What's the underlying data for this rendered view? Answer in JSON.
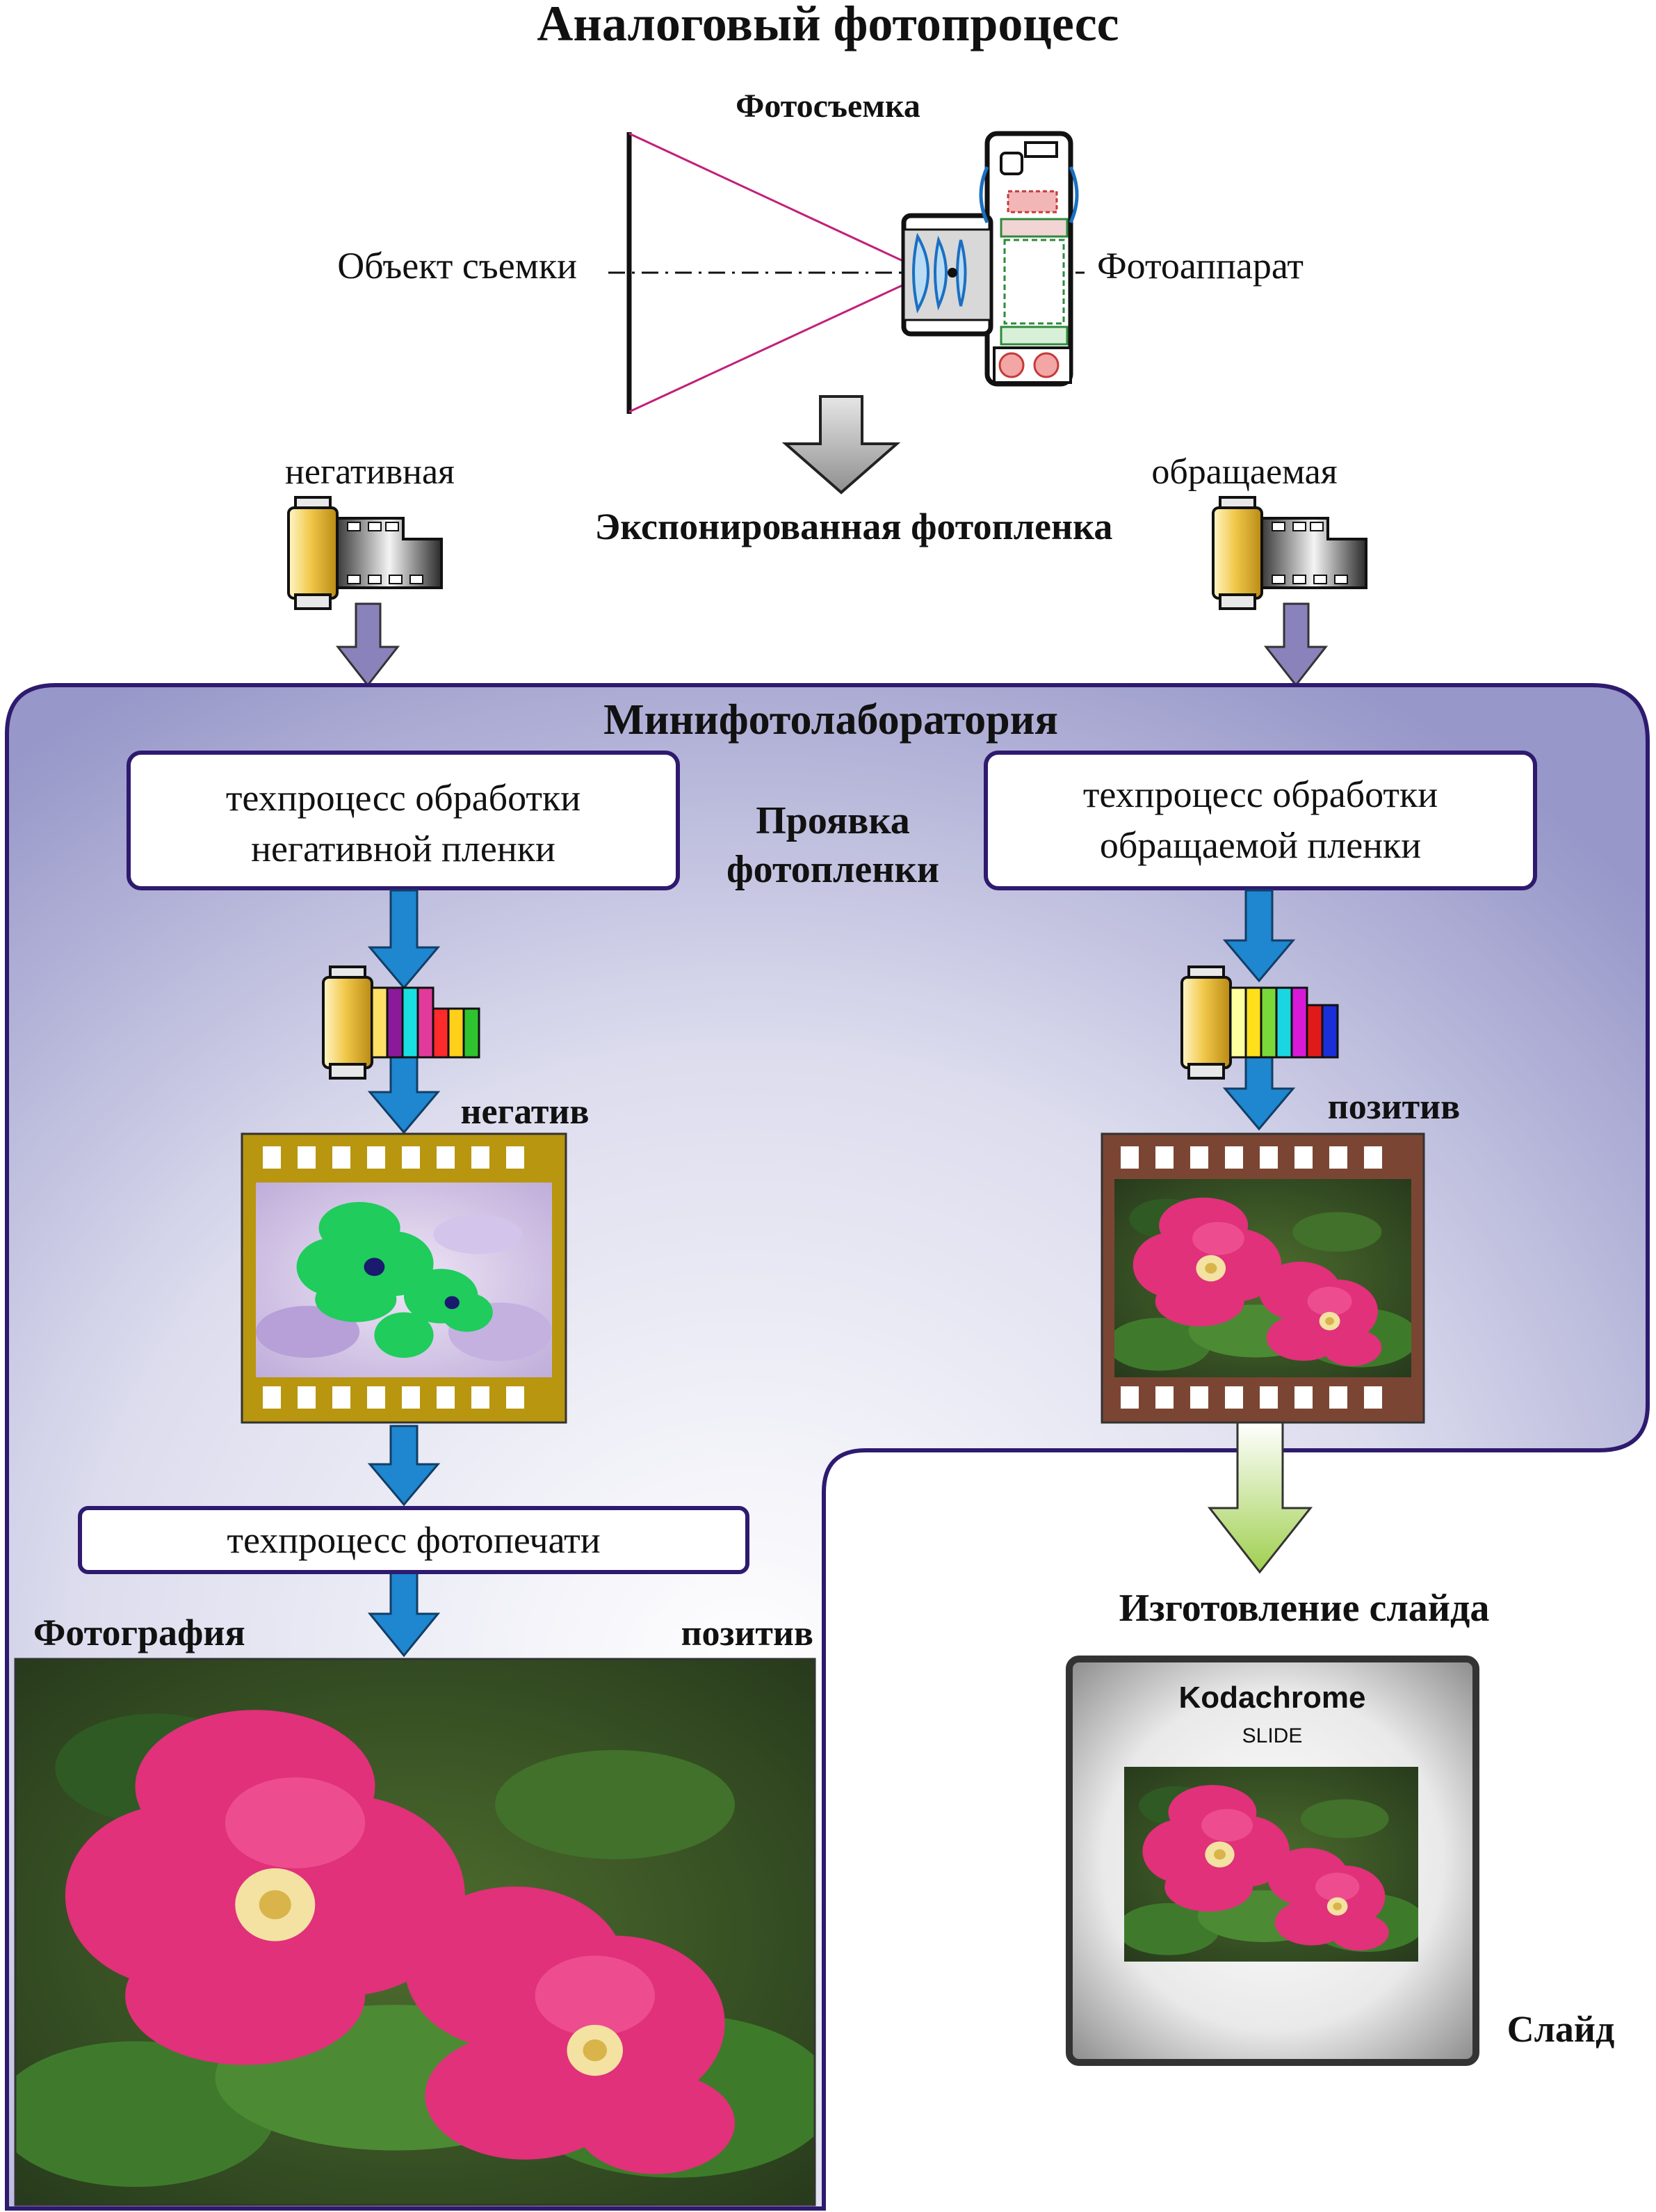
{
  "title": "Аналоговый фотопроцесс",
  "shooting": {
    "heading": "Фотосъемка",
    "object_label": "Объект съемки",
    "camera_label": "Фотоаппарат"
  },
  "exposed_film": "Экспонированная фотопленка",
  "film_types": {
    "negative": "негативная",
    "reversal": "обращаемая"
  },
  "lab": {
    "title": "Минифотолаборатория",
    "develop_label_line1": "Проявка",
    "develop_label_line2": "фотопленки",
    "process_negative_line1": "техпроцесс обработки",
    "process_negative_line2": "негативной пленки",
    "process_reversal_line1": "техпроцесс обработки",
    "process_reversal_line2": "обращаемой пленки",
    "negative_result": "негатив",
    "positive_result": "позитив",
    "print_process": "техпроцесс фотопечати"
  },
  "photo": {
    "label": "Фотография",
    "positive_label": "позитив"
  },
  "slide": {
    "heading": "Изготовление слайда",
    "brand": "Kodachrome",
    "sub": "SLIDE",
    "label": "Слайд"
  },
  "colors": {
    "lab_panel": "#9c9ccf",
    "blue_arrow": "#1f86d0",
    "purple_arrow": "#8a82bb",
    "gray_arrow": "#9a9a9a",
    "green_arrow": "#a4cf5a",
    "negative_frame": "#b8960f",
    "positive_frame": "#7a4633",
    "box_border": "#2e1a6e",
    "ray_line": "#c2207a"
  },
  "icons": [
    "camera-icon",
    "film-cassette-icon",
    "color-film-icon",
    "flower-photo-icon"
  ]
}
